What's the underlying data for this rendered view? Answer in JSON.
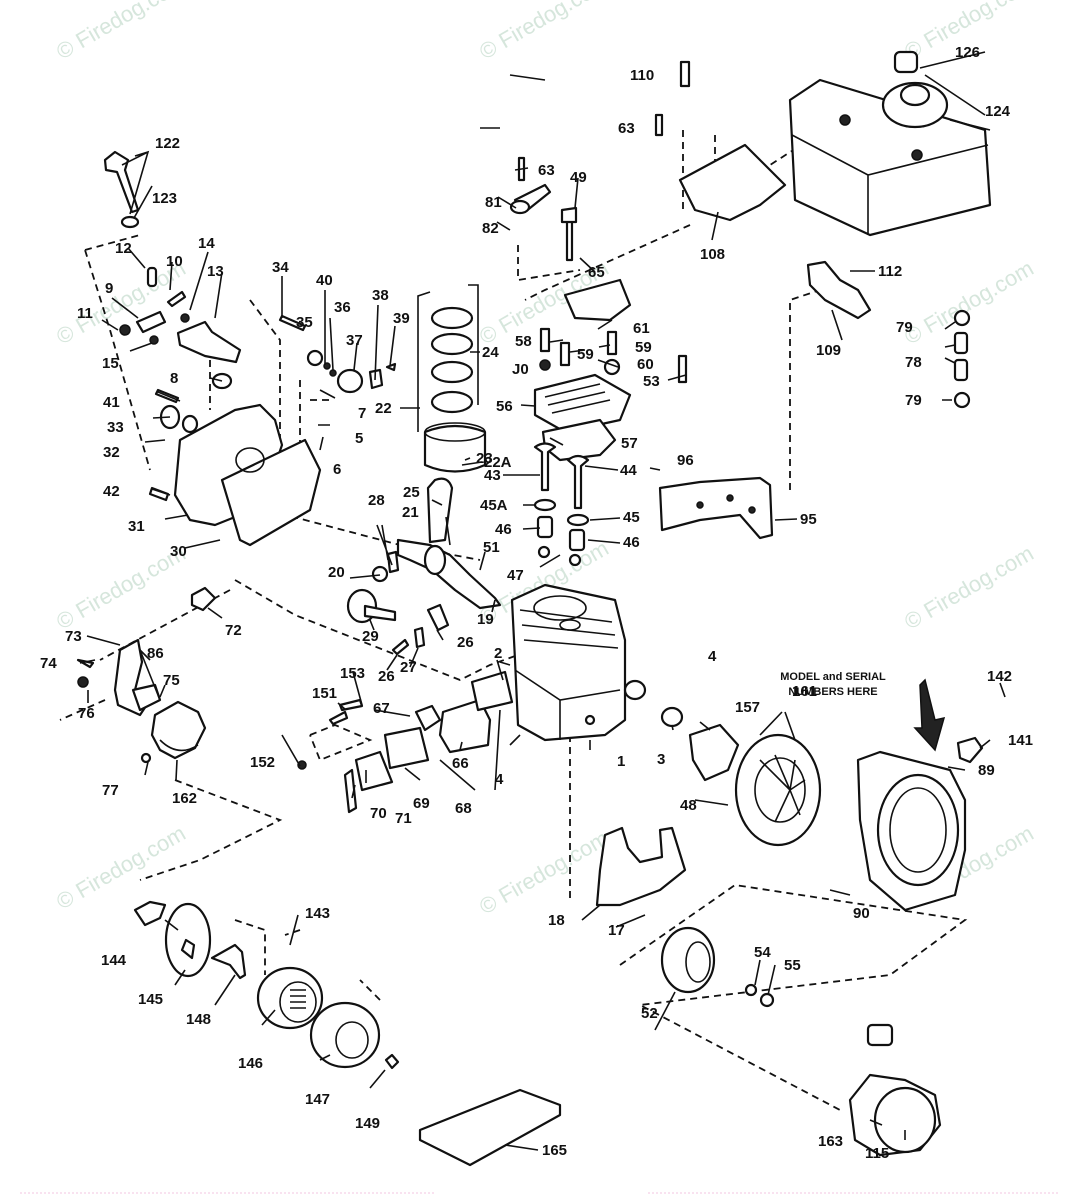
{
  "diagram": {
    "title": "Engine exploded parts diagram",
    "watermark": "© Firedog.com",
    "note_line1": "MODEL and SERIAL",
    "note_line2": "NUMBERS HERE",
    "callouts": [
      {
        "id": "126",
        "label": "126"
      },
      {
        "id": "124",
        "label": "124"
      },
      {
        "id": "110",
        "label": "110"
      },
      {
        "id": "63a",
        "label": "63"
      },
      {
        "id": "63b",
        "label": "63"
      },
      {
        "id": "49",
        "label": "49"
      },
      {
        "id": "81",
        "label": "81"
      },
      {
        "id": "82",
        "label": "82"
      },
      {
        "id": "65",
        "label": "65"
      },
      {
        "id": "108",
        "label": "108"
      },
      {
        "id": "112",
        "label": "112"
      },
      {
        "id": "109",
        "label": "109"
      },
      {
        "id": "79a",
        "label": "79"
      },
      {
        "id": "78",
        "label": "78"
      },
      {
        "id": "79b",
        "label": "79"
      },
      {
        "id": "122",
        "label": "122"
      },
      {
        "id": "123",
        "label": "123"
      },
      {
        "id": "12",
        "label": "12"
      },
      {
        "id": "10",
        "label": "10"
      },
      {
        "id": "14",
        "label": "14"
      },
      {
        "id": "13",
        "label": "13"
      },
      {
        "id": "9",
        "label": "9"
      },
      {
        "id": "11",
        "label": "11"
      },
      {
        "id": "15",
        "label": "15"
      },
      {
        "id": "8",
        "label": "8"
      },
      {
        "id": "41",
        "label": "41"
      },
      {
        "id": "33",
        "label": "33"
      },
      {
        "id": "32",
        "label": "32"
      },
      {
        "id": "42",
        "label": "42"
      },
      {
        "id": "31",
        "label": "31"
      },
      {
        "id": "30",
        "label": "30"
      },
      {
        "id": "34",
        "label": "34"
      },
      {
        "id": "35",
        "label": "35"
      },
      {
        "id": "40",
        "label": "40"
      },
      {
        "id": "36",
        "label": "36"
      },
      {
        "id": "37",
        "label": "37"
      },
      {
        "id": "38",
        "label": "38"
      },
      {
        "id": "39",
        "label": "39"
      },
      {
        "id": "7",
        "label": "7"
      },
      {
        "id": "5",
        "label": "5"
      },
      {
        "id": "6",
        "label": "6"
      },
      {
        "id": "22",
        "label": "22"
      },
      {
        "id": "24",
        "label": "24"
      },
      {
        "id": "22A",
        "label": "22A"
      },
      {
        "id": "23",
        "label": "23"
      },
      {
        "id": "58",
        "label": "58"
      },
      {
        "id": "59a",
        "label": "59"
      },
      {
        "id": "59b",
        "label": "59"
      },
      {
        "id": "61",
        "label": "61"
      },
      {
        "id": "60",
        "label": "60"
      },
      {
        "id": "J0",
        "label": "J0"
      },
      {
        "id": "53",
        "label": "53"
      },
      {
        "id": "56",
        "label": "56"
      },
      {
        "id": "57",
        "label": "57"
      },
      {
        "id": "43",
        "label": "43"
      },
      {
        "id": "44",
        "label": "44"
      },
      {
        "id": "96",
        "label": "96"
      },
      {
        "id": "45A",
        "label": "45A"
      },
      {
        "id": "45",
        "label": "45"
      },
      {
        "id": "46a",
        "label": "46"
      },
      {
        "id": "46b",
        "label": "46"
      },
      {
        "id": "47",
        "label": "47"
      },
      {
        "id": "51",
        "label": "51"
      },
      {
        "id": "95",
        "label": "95"
      },
      {
        "id": "28",
        "label": "28"
      },
      {
        "id": "25",
        "label": "25"
      },
      {
        "id": "21",
        "label": "21"
      },
      {
        "id": "20",
        "label": "20"
      },
      {
        "id": "19",
        "label": "19"
      },
      {
        "id": "29",
        "label": "29"
      },
      {
        "id": "26a",
        "label": "26"
      },
      {
        "id": "27",
        "label": "27"
      },
      {
        "id": "26b",
        "label": "26"
      },
      {
        "id": "72",
        "label": "72"
      },
      {
        "id": "73",
        "label": "73"
      },
      {
        "id": "74",
        "label": "74"
      },
      {
        "id": "86",
        "label": "86"
      },
      {
        "id": "75",
        "label": "75"
      },
      {
        "id": "76",
        "label": "76"
      },
      {
        "id": "77",
        "label": "77"
      },
      {
        "id": "162a",
        "label": "162"
      },
      {
        "id": "153",
        "label": "153"
      },
      {
        "id": "151",
        "label": "151"
      },
      {
        "id": "152",
        "label": "152"
      },
      {
        "id": "67",
        "label": "67"
      },
      {
        "id": "66",
        "label": "66"
      },
      {
        "id": "68",
        "label": "68"
      },
      {
        "id": "69",
        "label": "69"
      },
      {
        "id": "70",
        "label": "70"
      },
      {
        "id": "71",
        "label": "71"
      },
      {
        "id": "2",
        "label": "2"
      },
      {
        "id": "4a",
        "label": "4"
      },
      {
        "id": "4b",
        "label": "4"
      },
      {
        "id": "1",
        "label": "1"
      },
      {
        "id": "3",
        "label": "3"
      },
      {
        "id": "157",
        "label": "157"
      },
      {
        "id": "161",
        "label": "161"
      },
      {
        "id": "48",
        "label": "48"
      },
      {
        "id": "142",
        "label": "142"
      },
      {
        "id": "141",
        "label": "141"
      },
      {
        "id": "89",
        "label": "89"
      },
      {
        "id": "18",
        "label": "18"
      },
      {
        "id": "17",
        "label": "17"
      },
      {
        "id": "90",
        "label": "90"
      },
      {
        "id": "52",
        "label": "52"
      },
      {
        "id": "54",
        "label": "54"
      },
      {
        "id": "55",
        "label": "55"
      },
      {
        "id": "143",
        "label": "143"
      },
      {
        "id": "144",
        "label": "144"
      },
      {
        "id": "145",
        "label": "145"
      },
      {
        "id": "148",
        "label": "148"
      },
      {
        "id": "146",
        "label": "146"
      },
      {
        "id": "147",
        "label": "147"
      },
      {
        "id": "149",
        "label": "149"
      },
      {
        "id": "165",
        "label": "165"
      },
      {
        "id": "163",
        "label": "163"
      },
      {
        "id": "115",
        "label": "115"
      }
    ]
  }
}
